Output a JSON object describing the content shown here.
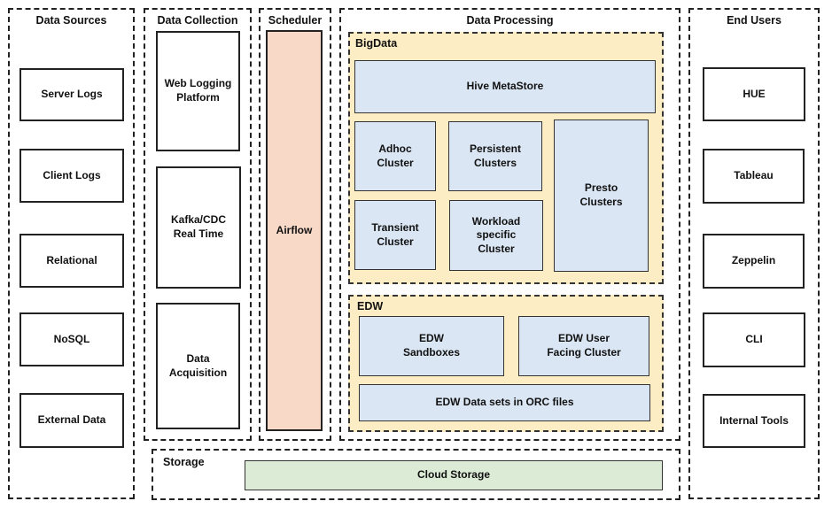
{
  "sections": {
    "data_sources": "Data Sources",
    "data_collection": "Data Collection",
    "scheduler": "Scheduler",
    "data_processing": "Data Processing",
    "end_users": "End Users",
    "storage": "Storage"
  },
  "data_sources": [
    "Server Logs",
    "Client Logs",
    "Relational",
    "NoSQL",
    "External Data"
  ],
  "data_collection": [
    "Web Logging\nPlatform",
    "Kafka/CDC\nReal Time",
    "Data\nAcquisition"
  ],
  "scheduler": {
    "tool": "Airflow"
  },
  "bigdata": {
    "title": "BigData",
    "hive": "Hive MetaStore",
    "adhoc": "Adhoc\nCluster",
    "persistent": "Persistent\nClusters",
    "presto": "Presto\nClusters",
    "transient": "Transient\nCluster",
    "workload": "Workload\nspecific\nCluster"
  },
  "edw": {
    "title": "EDW",
    "sandboxes": "EDW\nSandboxes",
    "user_facing": "EDW User\nFacing Cluster",
    "datasets": "EDW Data sets in ORC files"
  },
  "storage": {
    "cloud": "Cloud Storage"
  },
  "end_users": [
    "HUE",
    "Tableau",
    "Zeppelin",
    "CLI",
    "Internal Tools"
  ],
  "colors": {
    "blue_box": "#dae6f3",
    "airflow": "#f8d9c8",
    "cloud_storage": "#dcebd5",
    "group_fill": "#fdedc5"
  }
}
